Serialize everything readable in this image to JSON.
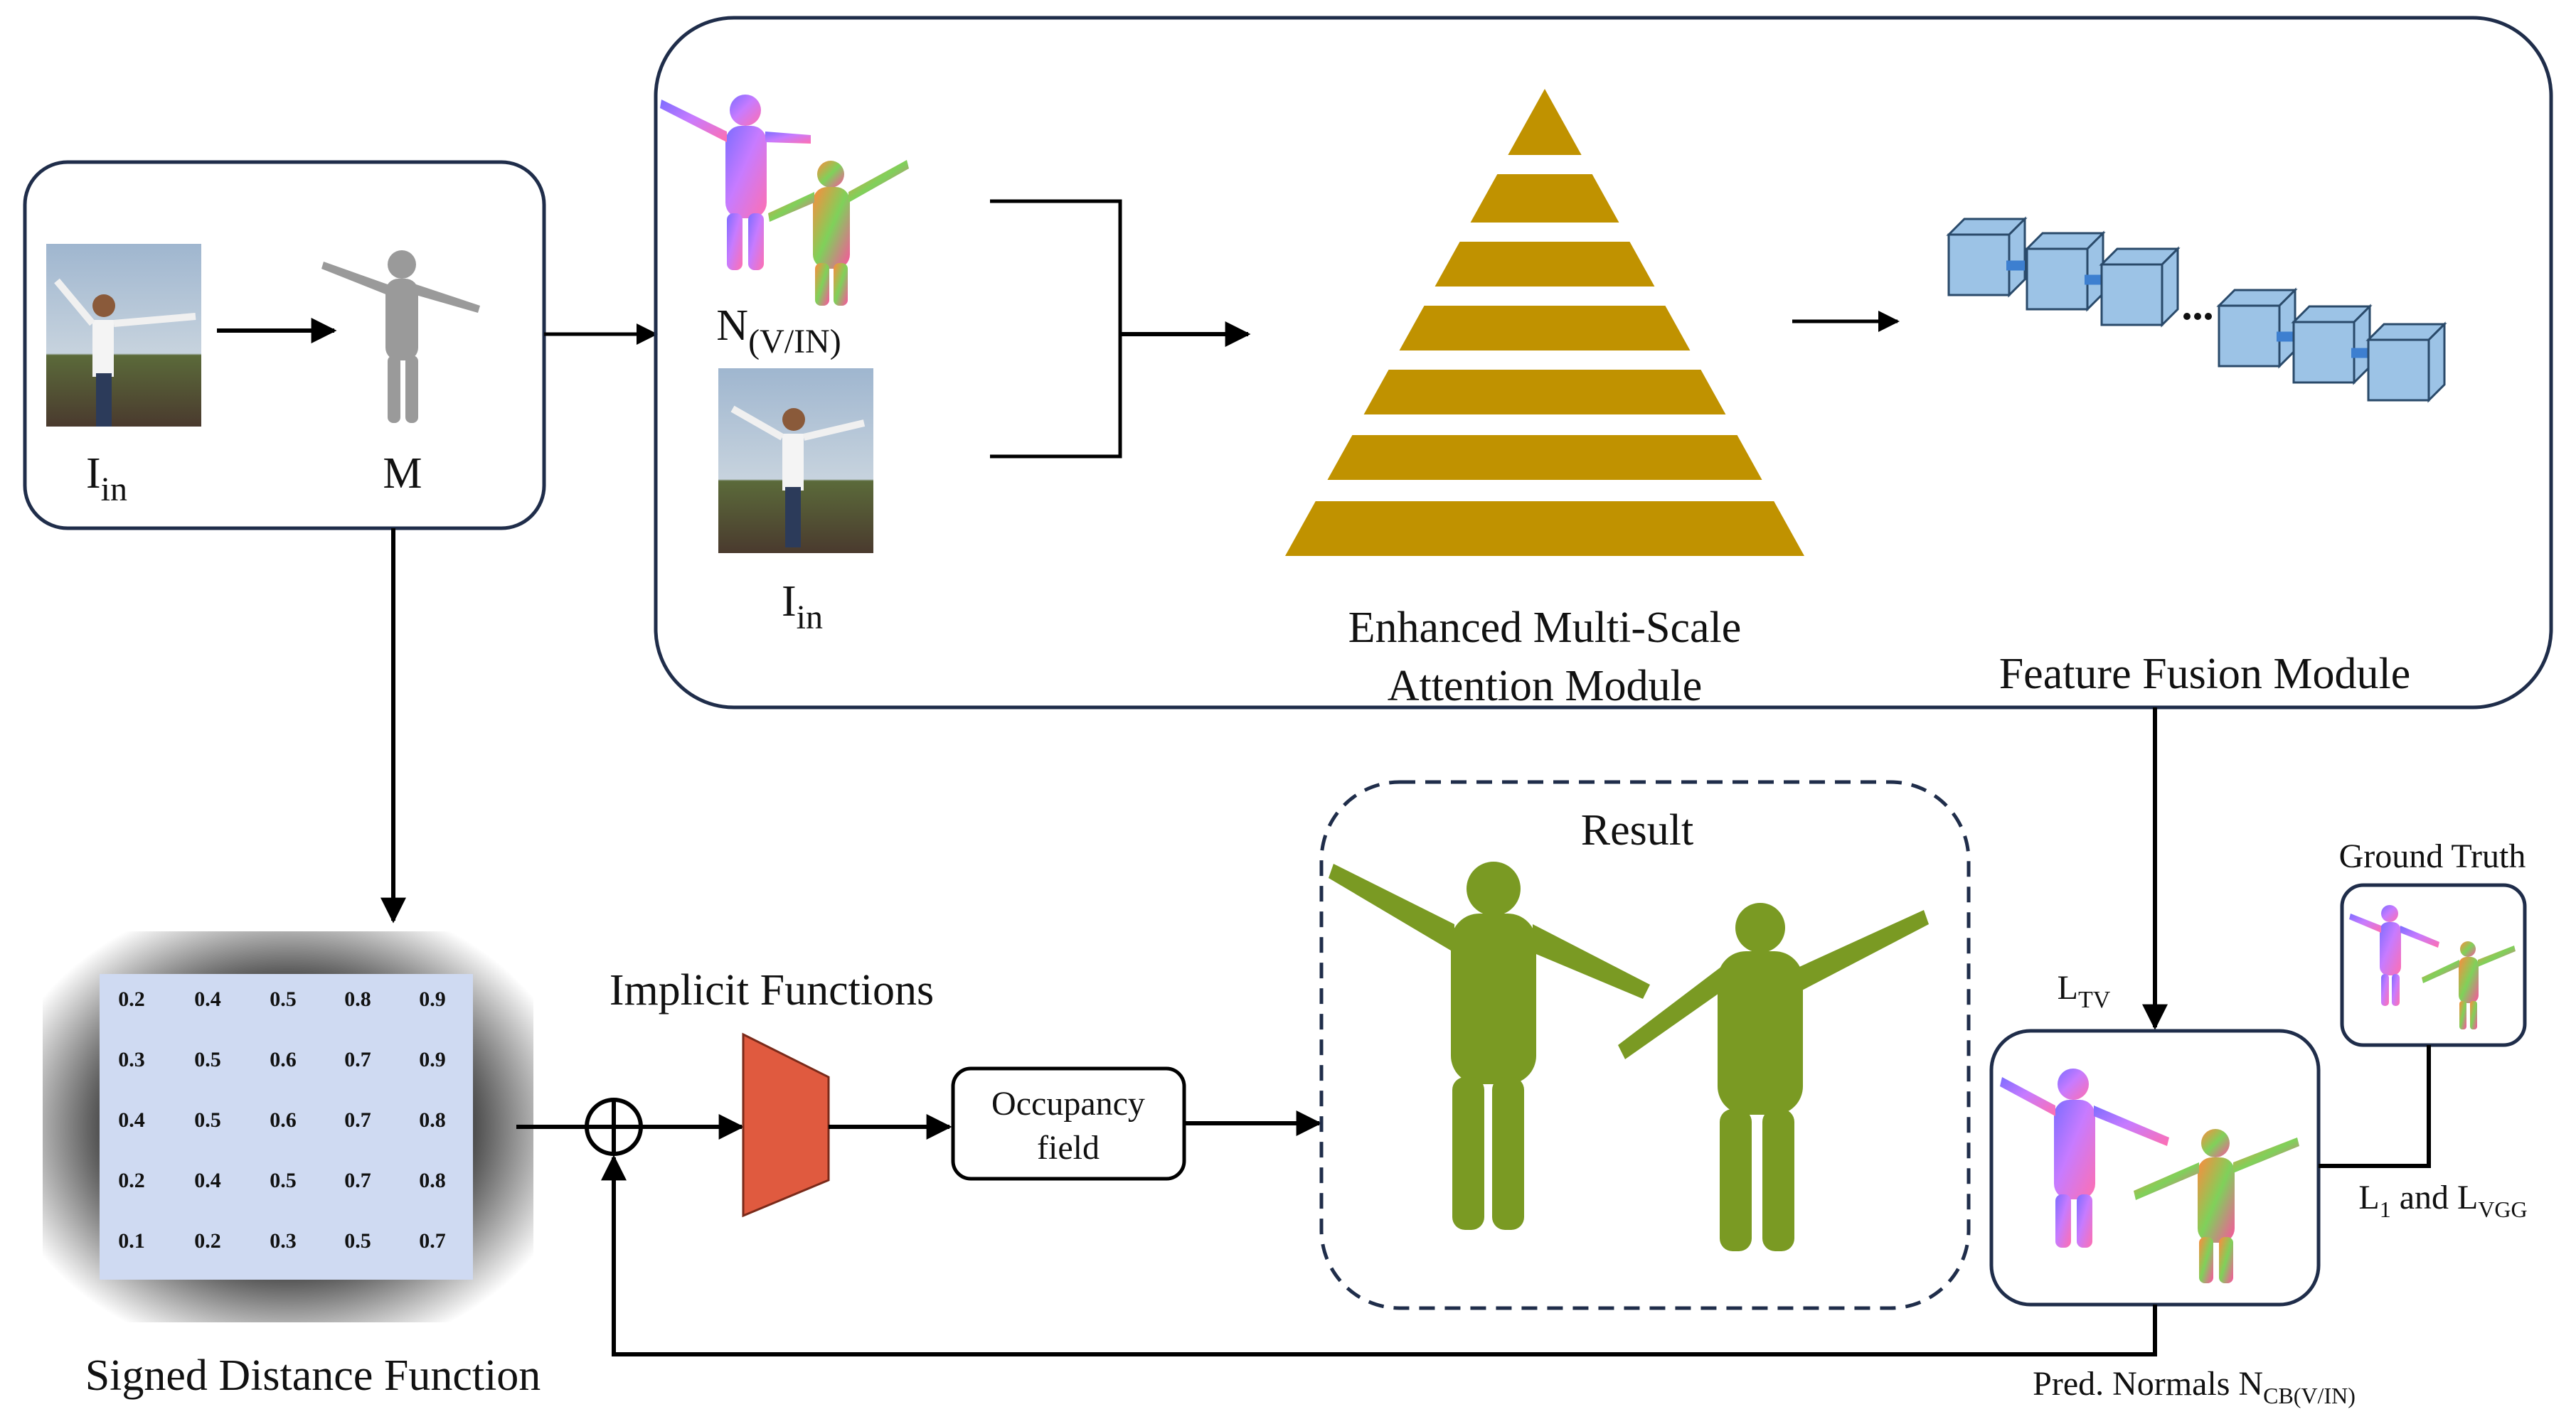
{
  "left_box": {
    "input_label": "I",
    "input_sub": "in",
    "mesh_label": "M"
  },
  "top_box": {
    "normals_label": "N",
    "normals_sub": "(V/IN)",
    "input_label": "I",
    "input_sub": "in",
    "pyramid_label_line1": "Enhanced Multi-Scale",
    "pyramid_label_line2": "Attention Module",
    "fusion_label": "Feature Fusion Module"
  },
  "sdf": {
    "label": "Signed Distance Function",
    "grid": [
      [
        "0.2",
        "0.4",
        "0.5",
        "0.8",
        "0.9"
      ],
      [
        "0.3",
        "0.5",
        "0.6",
        "0.7",
        "0.9"
      ],
      [
        "0.4",
        "0.5",
        "0.6",
        "0.7",
        "0.8"
      ],
      [
        "0.2",
        "0.4",
        "0.5",
        "0.7",
        "0.8"
      ],
      [
        "0.1",
        "0.2",
        "0.3",
        "0.5",
        "0.7"
      ]
    ]
  },
  "implicit": {
    "label": "Implicit Functions",
    "occupancy_line1": "Occupancy",
    "occupancy_line2": "field"
  },
  "result": {
    "label": "Result"
  },
  "losses": {
    "tv_label": "L",
    "tv_sub": "TV",
    "ground_truth": "Ground Truth",
    "l1_label": "L",
    "l1_sub": "1",
    "and_text": " and L",
    "vgg_sub": "VGG",
    "pred_label": "Pred. Normals N",
    "pred_sub": "CB(V/IN)"
  },
  "colors": {
    "box_stroke": "#1f2d4a",
    "pyramid": "#c09200",
    "cube_fill": "#9cc3e6",
    "cube_stroke": "#2a4a6a",
    "trapezoid": "#e05a3f",
    "sdf_fill": "#cfdaf2",
    "mesh_green": "#7a9a23"
  }
}
